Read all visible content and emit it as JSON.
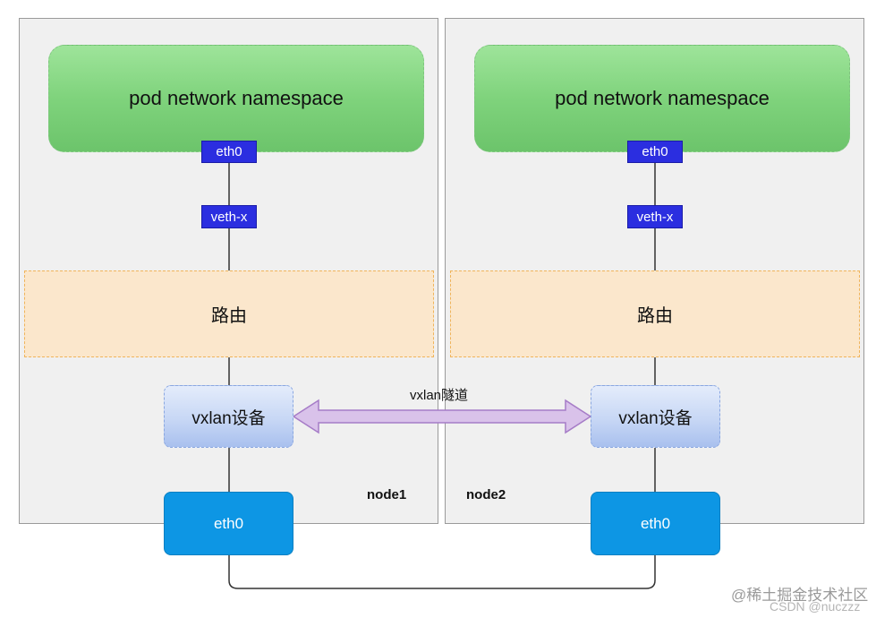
{
  "nodes": [
    {
      "name": "node1",
      "pod_namespace": "pod network namespace",
      "pod_eth": "eth0",
      "veth": "veth-x",
      "route": "路由",
      "vxlan": "vxlan设备",
      "eth": "eth0"
    },
    {
      "name": "node2",
      "pod_namespace": "pod network namespace",
      "pod_eth": "eth0",
      "veth": "veth-x",
      "route": "路由",
      "vxlan": "vxlan设备",
      "eth": "eth0"
    }
  ],
  "tunnel_label": "vxlan隧道",
  "watermark": {
    "main": "@稀土掘金技术社区",
    "sub": "CSDN @nuczzz"
  },
  "colors": {
    "pod_namespace": "#7fd37c",
    "iface_tag": "#2b2ee0",
    "route": "#fbe7cc",
    "vxlan_device": "#c7d7f5",
    "physical_eth": "#0d96e4",
    "tunnel_arrow": "#d9c2ea"
  }
}
